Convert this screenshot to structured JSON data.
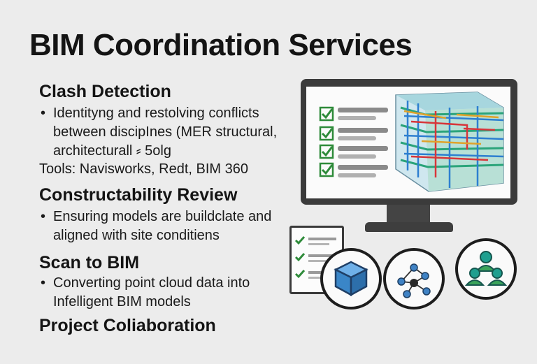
{
  "title": "BIM Coordination Services",
  "sections": [
    {
      "heading": "Clash Detection",
      "bullets": [
        "Identityng and restolving conflicts between discipInes (MER structural, architecturall ⸗ 5olg"
      ],
      "extra": "Tools: Navisworks, Redt, BIM 360"
    },
    {
      "heading": "Constructability Review",
      "bullets": [
        "Ensuring models are buildclate and aligned with site conditiens"
      ]
    },
    {
      "heading": "Scan to BIM",
      "bullets": [
        "Converting point cloud data into Infelligent BIM models"
      ]
    },
    {
      "heading": "Project Coliaboration"
    }
  ],
  "bullet_char": "•",
  "colors": {
    "check": "#2e8b3a",
    "cube": "#3a86c8",
    "network_node": "#3f82c4",
    "people_head": "#1f9f8f",
    "people_body": "#3aa35a",
    "monitor": "#3b3b3b"
  },
  "icons": [
    "checklist-icon",
    "building-model-icon",
    "checkbox-icon",
    "cube-icon",
    "network-icon",
    "people-icon"
  ]
}
